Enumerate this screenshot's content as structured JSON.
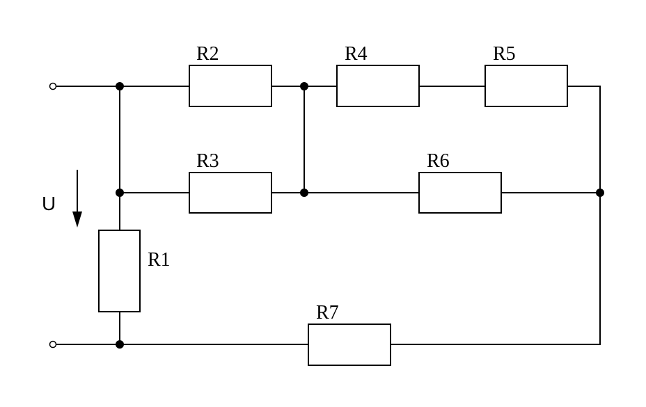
{
  "diagram": {
    "voltage_label": "U",
    "resistors": [
      {
        "id": "R1",
        "label": "R1"
      },
      {
        "id": "R2",
        "label": "R2"
      },
      {
        "id": "R3",
        "label": "R3"
      },
      {
        "id": "R4",
        "label": "R4"
      },
      {
        "id": "R5",
        "label": "R5"
      },
      {
        "id": "R6",
        "label": "R6"
      },
      {
        "id": "R7",
        "label": "R7"
      }
    ]
  }
}
